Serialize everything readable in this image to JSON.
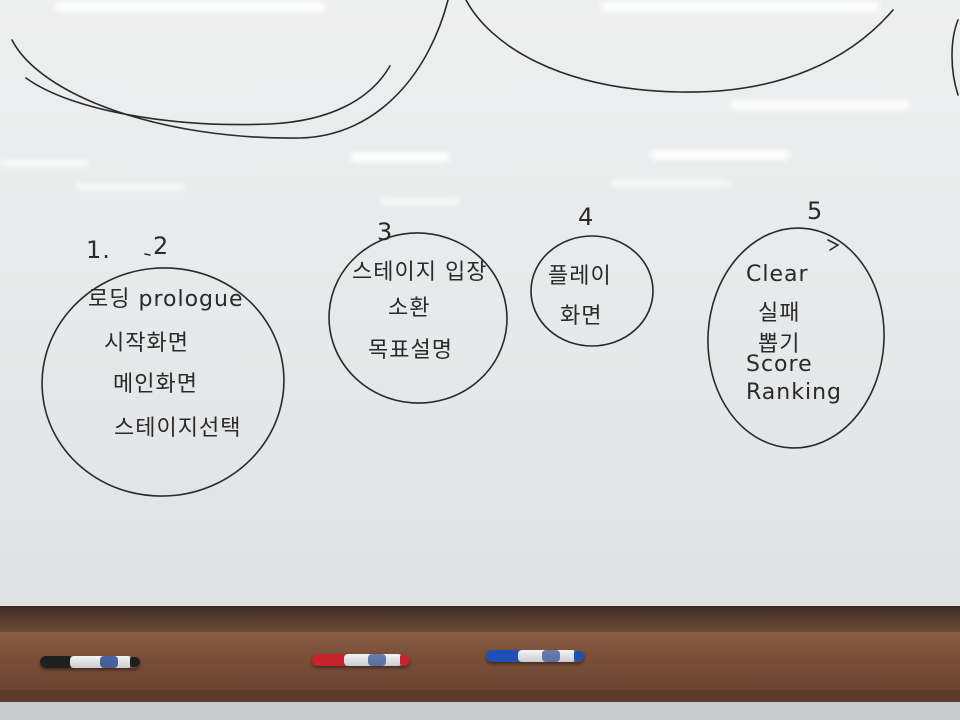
{
  "board": {
    "groups": [
      {
        "id": "group-1",
        "numbers": [
          "1.",
          "2"
        ],
        "lines": [
          "로딩 prologue",
          "시작화면",
          "메인화면",
          "스테이지선택"
        ]
      },
      {
        "id": "group-2",
        "numbers": [
          "3"
        ],
        "lines": [
          "스테이지 입장",
          "소환",
          "목표설명"
        ]
      },
      {
        "id": "group-3",
        "numbers": [
          "4"
        ],
        "lines": [
          "플레이",
          "화면"
        ]
      },
      {
        "id": "group-4",
        "numbers": [
          "5"
        ],
        "lines": [
          "Clear",
          "실패",
          "뽑기",
          "Score",
          "Ranking"
        ]
      }
    ]
  },
  "tray": {
    "markers": [
      {
        "name": "black-marker",
        "color": "#1f1f1f"
      },
      {
        "name": "red-marker",
        "color": "#c8232c"
      },
      {
        "name": "blue-marker",
        "color": "#1f4fb8"
      }
    ]
  },
  "colors": {
    "ink": "#2a2a2a",
    "board": "#e9ebec",
    "tray": "#7a4f38"
  }
}
